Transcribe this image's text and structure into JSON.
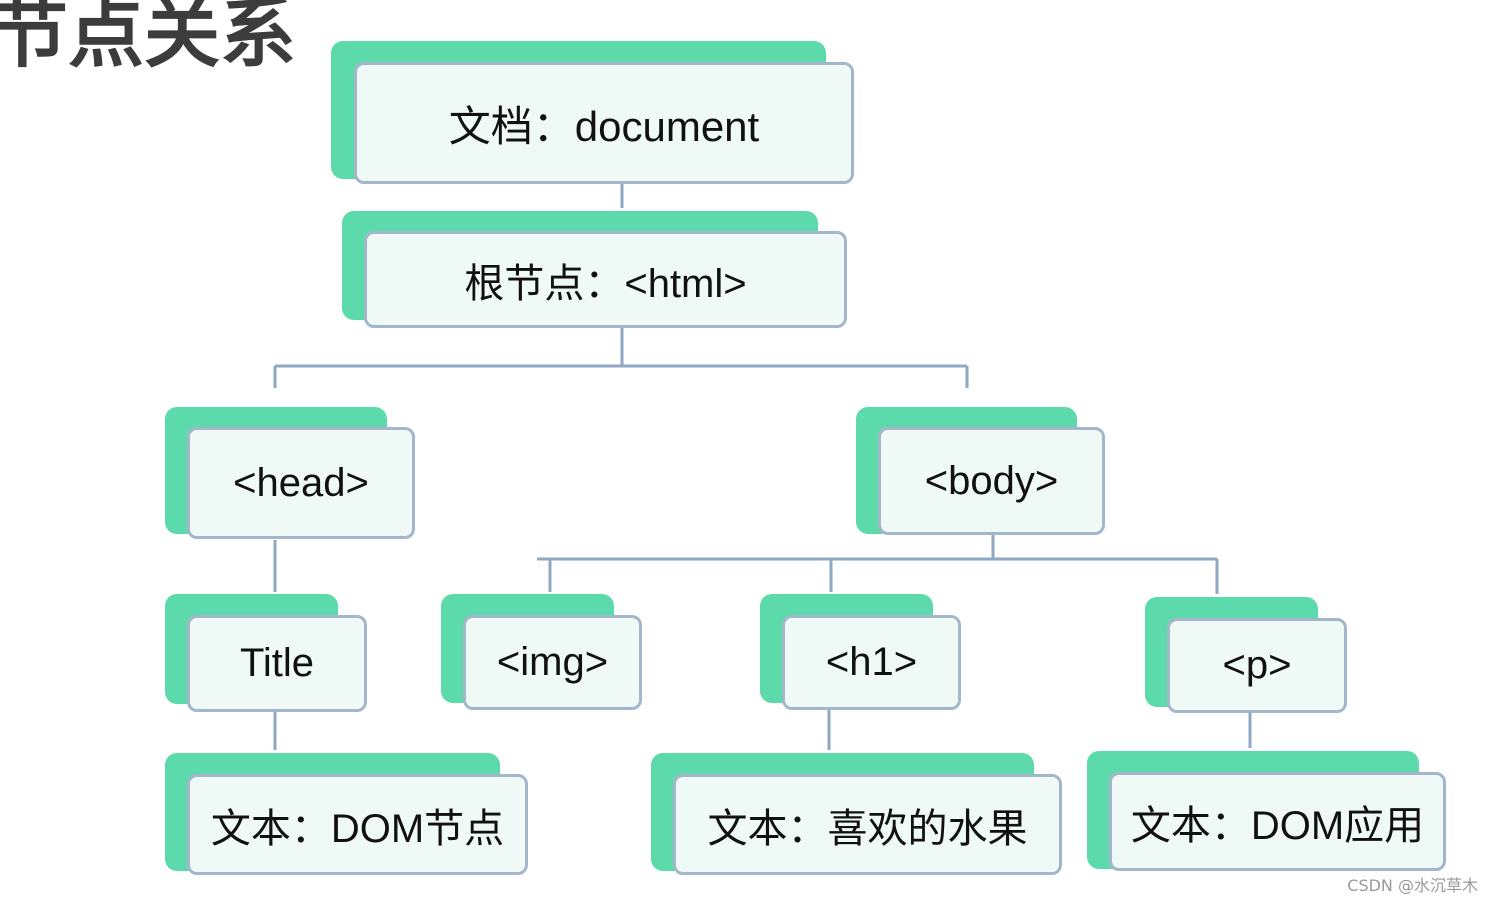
{
  "heading": "节点关系",
  "nodes": {
    "document": "文档：document",
    "html": "根节点：<html>",
    "head": "<head>",
    "body": "<body>",
    "title": "Title",
    "img": "<img>",
    "h1": "<h1>",
    "p": "<p>",
    "text_dom_node": "文本：DOM节点",
    "text_fruit": "文本：喜欢的水果",
    "text_dom_app": "文本：DOM应用"
  },
  "watermark": "CSDN @水沉草木",
  "colors": {
    "node_accent": "#5cdaab",
    "node_fill": "#effaf6",
    "node_border": "#a4b6cc",
    "connector": "#8fa7c0",
    "heading_text": "#3c3c3c"
  }
}
